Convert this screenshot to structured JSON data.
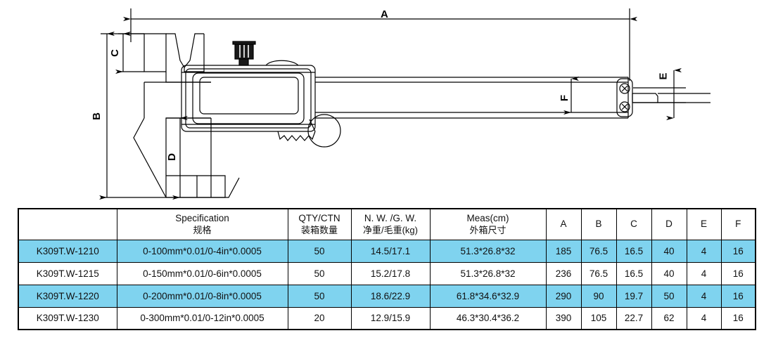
{
  "drawing": {
    "title": "digital-caliper-dimension-drawing",
    "dimension_labels": {
      "A": "A",
      "B": "B",
      "C": "C",
      "D": "D",
      "E": "E",
      "F": "F"
    },
    "parts": {
      "upper_jaws": "upper-measuring-jaws",
      "lower_jaws": "lower-measuring-jaws",
      "display": "lcd-display",
      "lock_screw": "thumb-lock-screw",
      "thumb_roller": "thumb-roller-wheel",
      "beam": "measuring-beam-scale",
      "depth_rod": "depth-measuring-rod",
      "end_cap": "end-cap-with-screws"
    }
  },
  "table": {
    "headers": [
      {
        "en": "",
        "cn": ""
      },
      {
        "en": "Specification",
        "cn": "规格"
      },
      {
        "en": "QTY/CTN",
        "cn": "装箱数量"
      },
      {
        "en": "N. W. /G. W.",
        "cn": "净重/毛重(kg)"
      },
      {
        "en": "Meas(cm)",
        "cn": "外箱尺寸"
      },
      {
        "en": "A",
        "cn": ""
      },
      {
        "en": "B",
        "cn": ""
      },
      {
        "en": "C",
        "cn": ""
      },
      {
        "en": "D",
        "cn": ""
      },
      {
        "en": "E",
        "cn": ""
      },
      {
        "en": "F",
        "cn": ""
      }
    ],
    "rows": [
      {
        "highlighted": true,
        "model": "K309T.W-1210",
        "specification": "0-100mm*0.01/0-4in*0.0005",
        "qty_ctn": "50",
        "nw_gw": "14.5/17.1",
        "meas": "51.3*26.8*32",
        "A": "185",
        "B": "76.5",
        "C": "16.5",
        "D": "40",
        "E": "4",
        "F": "16"
      },
      {
        "highlighted": false,
        "model": "K309T.W-1215",
        "specification": "0-150mm*0.01/0-6in*0.0005",
        "qty_ctn": "50",
        "nw_gw": "15.2/17.8",
        "meas": "51.3*26.8*32",
        "A": "236",
        "B": "76.5",
        "C": "16.5",
        "D": "40",
        "E": "4",
        "F": "16"
      },
      {
        "highlighted": true,
        "model": "K309T.W-1220",
        "specification": "0-200mm*0.01/0-8in*0.0005",
        "qty_ctn": "50",
        "nw_gw": "18.6/22.9",
        "meas": "61.8*34.6*32.9",
        "A": "290",
        "B": "90",
        "C": "19.7",
        "D": "50",
        "E": "4",
        "F": "16"
      },
      {
        "highlighted": false,
        "model": "K309T.W-1230",
        "specification": "0-300mm*0.01/0-12in*0.0005",
        "qty_ctn": "20",
        "nw_gw": "12.9/15.9",
        "meas": "46.3*30.4*36.2",
        "A": "390",
        "B": "105",
        "C": "22.7",
        "D": "62",
        "E": "4",
        "F": "16"
      }
    ]
  },
  "colors": {
    "highlight_row": "#7fd3ef",
    "line": "#000000",
    "background": "#ffffff"
  }
}
